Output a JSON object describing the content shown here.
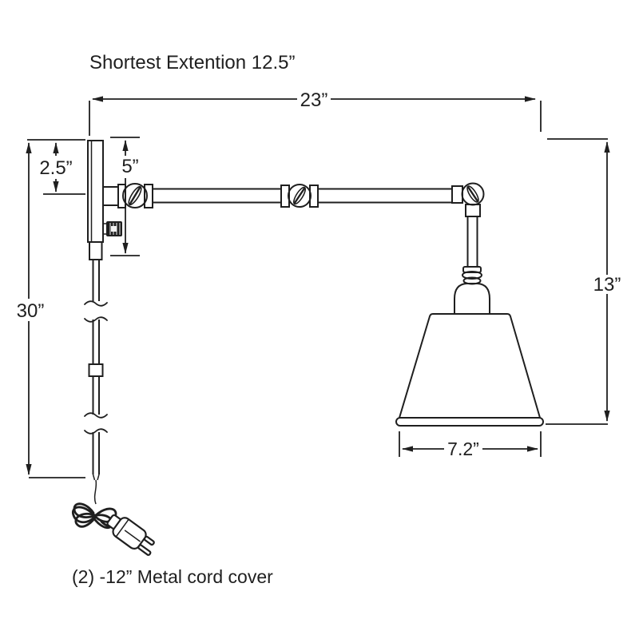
{
  "title": "Shortest Extention 12.5”",
  "dimensions": {
    "arm_total_width": "23”",
    "backplate_offset": "2.5”",
    "backplate_height": "5”",
    "cord_length": "30”",
    "overall_drop": "13”",
    "shade_width": "7.2”"
  },
  "footnote": "(2) -12” Metal cord cover",
  "colors": {
    "line": "#1f1f1f",
    "background": "#ffffff"
  }
}
